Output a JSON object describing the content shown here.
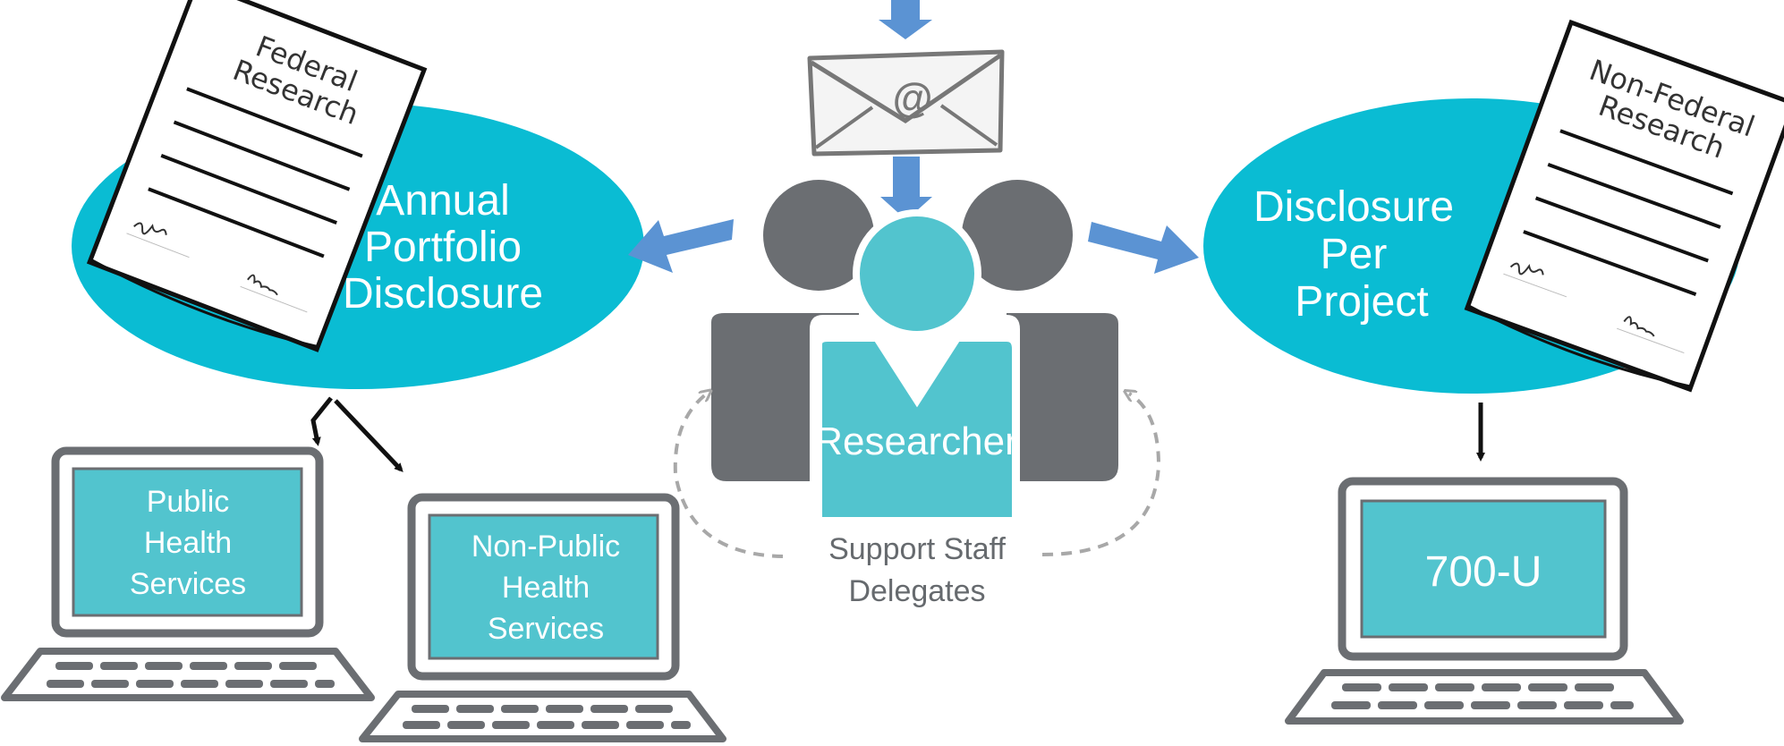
{
  "left": {
    "document_title_line1": "Federal",
    "document_title_line2": "Research",
    "ellipse_line1": "Annual",
    "ellipse_line2": "Portfolio",
    "ellipse_line3": "Disclosure",
    "laptop1_line1": "Public",
    "laptop1_line2": "Health",
    "laptop1_line3": "Services",
    "laptop2_line1": "Non-Public",
    "laptop2_line2": "Health",
    "laptop2_line3": "Services"
  },
  "center": {
    "email_symbol": "@",
    "researcher_label": "Researcher",
    "support_line1": "Support Staff",
    "support_line2": "Delegates"
  },
  "right": {
    "document_title_line1": "Non-Federal",
    "document_title_line2": "Research",
    "ellipse_line1": "Disclosure",
    "ellipse_line2": "Per",
    "ellipse_line3": "Project",
    "laptop_label": "700-U"
  },
  "colors": {
    "teal": "#0ABCD3",
    "light_teal": "#52C4CE",
    "gray": "#6B6E72",
    "arrow_blue": "#5B93D3",
    "dark": "#1A1A1A"
  }
}
